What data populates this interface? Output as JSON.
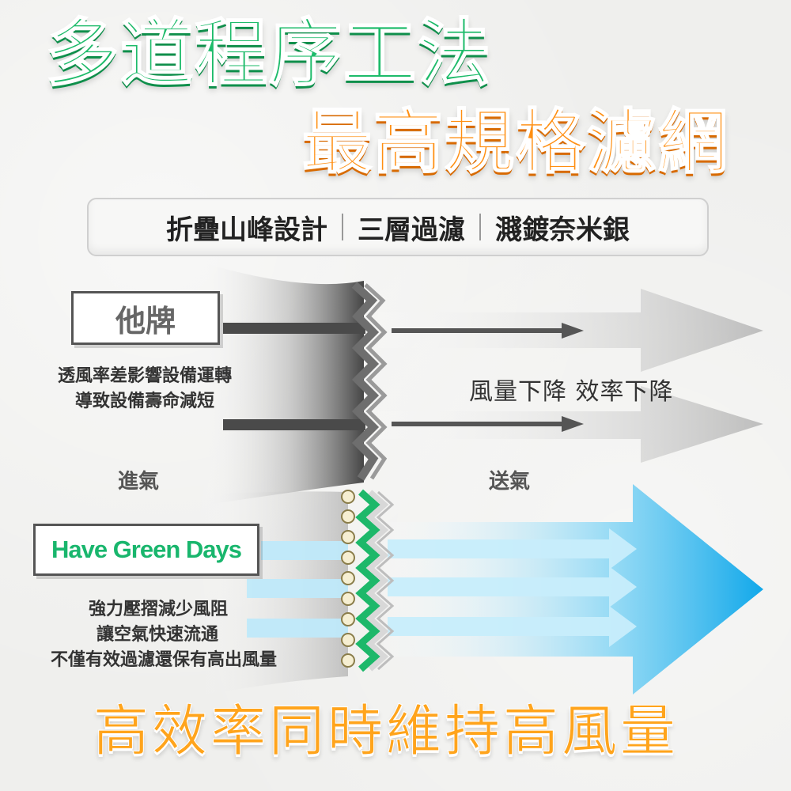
{
  "headline": {
    "line1": "多道程序工法",
    "line2": "最高規格濾網"
  },
  "features": [
    "折疊山峰設計",
    "三層過濾",
    "濺鍍奈米銀"
  ],
  "comparison": {
    "other": {
      "brand": "他牌",
      "description_lines": [
        "透風率差影響設備運轉",
        "導致設備壽命減短"
      ],
      "result_note": "風量下降 效率下降"
    },
    "ours": {
      "brand": "Have Green Days",
      "description_lines": [
        "強力壓摺減少風阻",
        "讓空氣快速流通",
        "不僅有效過濾還保有高出風量"
      ]
    },
    "intake_label": "進氣",
    "outtake_label": "送氣"
  },
  "slogan": "高效率同時維持高風量",
  "colors": {
    "brand_green": "#1dbb6a",
    "accent_orange": "#ff8f12",
    "air_blue": "#2fb6ee",
    "gray_flow": "#8a8a8a"
  },
  "icons": [
    "arrow-right-icon",
    "zigzag-filter-icon",
    "silver-particle-icon"
  ]
}
